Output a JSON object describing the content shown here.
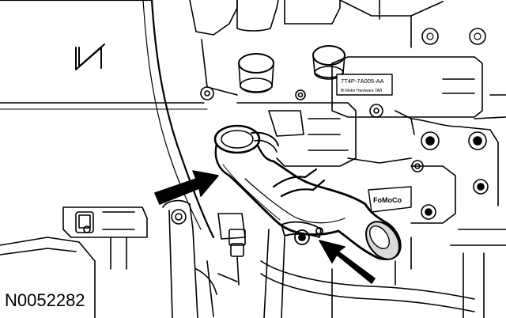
{
  "figure": {
    "id_label": "N0052282",
    "part_number_label": "7T4P-7A005-AA",
    "sticker_text": "Bl Motor Hardware TAB",
    "brand_plate_text": "FoMoCo"
  },
  "arrows": [
    {
      "name": "upper-left-callout-arrow",
      "points_to": "coolant hose clamp"
    },
    {
      "name": "lower-right-callout-arrow",
      "points_to": "hose retaining bolt"
    }
  ],
  "colors": {
    "ink": "#000000",
    "paper": "#ffffff",
    "shade": "#d9d9d9"
  }
}
